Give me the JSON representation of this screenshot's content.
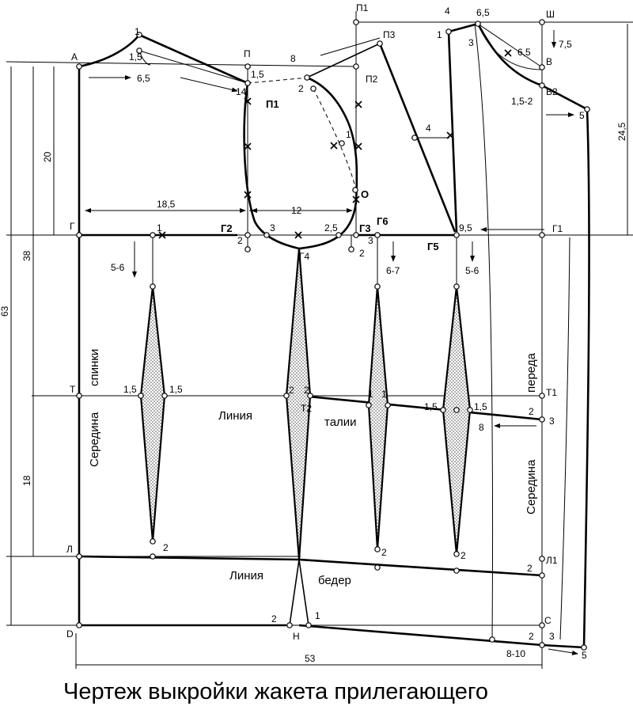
{
  "caption": "Чертеж выкройки жакета прилегающего",
  "words": {
    "spinki": "спинки",
    "seredina_back": "Середина",
    "pereda": "переда",
    "seredina_front": "Середина",
    "linia_talii": "Линия",
    "talii": "талии",
    "linia_beder": "Линия",
    "beder": "бедер"
  },
  "dimensions": {
    "d63": "63",
    "d38": "38",
    "d20": "20",
    "d18": "18",
    "d53": "53",
    "d18_5": "18,5",
    "d12": "12",
    "d8": "8",
    "d6_5a": "6,5",
    "d24_5": "24,5",
    "d7_5": "7,5",
    "d5_6a": "5-6",
    "d5_6b": "5-6",
    "d6_7": "6-7",
    "d4": "4"
  },
  "point_labels": {
    "A": "А",
    "P": "П",
    "P1": "П1",
    "P2": "П2",
    "P3": "П3",
    "Pi1": "П1",
    "G": "Г",
    "G1": "Г1",
    "G2": "Г2",
    "G3": "Г3",
    "G4": "Г4",
    "G5": "Г5",
    "G6": "Г6",
    "T": "Т",
    "T1": "Т1",
    "T2": "Т2",
    "L": "Л",
    "L1": "Л1",
    "D": "D",
    "N": "Н",
    "C": "С",
    "Sh": "Ш",
    "V": "В",
    "V2": "В2",
    "O": "О"
  },
  "numbers": {
    "n1_shoulder": "1",
    "n1_5a": "1,5",
    "n1_5b": "1,5",
    "n14": "14",
    "n2_arm": "2",
    "n1_arm": "1",
    "n4_top": "4",
    "n6_5_top": "6,5",
    "n1_front": "1",
    "n3_front": "3",
    "n6_5_neck": "6,5",
    "n1_5_2": "1,5-2",
    "n5_side": "5",
    "n1_g": "1",
    "n2_g2": "2",
    "n3_g": "3",
    "n2_5": "2,5",
    "n2_g3": "2",
    "n3_g6": "3",
    "n9_5": "9,5",
    "n1_5_w1": "1,5",
    "n1_5_w2": "1,5",
    "n2_w1": "2",
    "n2_w2": "2",
    "n1_w1": "1",
    "n1_w2": "1",
    "n1_5_w3": "1,5",
    "n1_5_w4": "1,5",
    "n2_t1": "2",
    "n3_t1": "3",
    "n8": "8",
    "n2_h1": "2",
    "n2_h2": "2",
    "n2_h3": "2",
    "n2_l1": "2",
    "n2_n": "2",
    "n1_n": "1",
    "n2_c": "2",
    "n3_c": "3",
    "n8_10": "8-10",
    "n5_bot": "5"
  }
}
